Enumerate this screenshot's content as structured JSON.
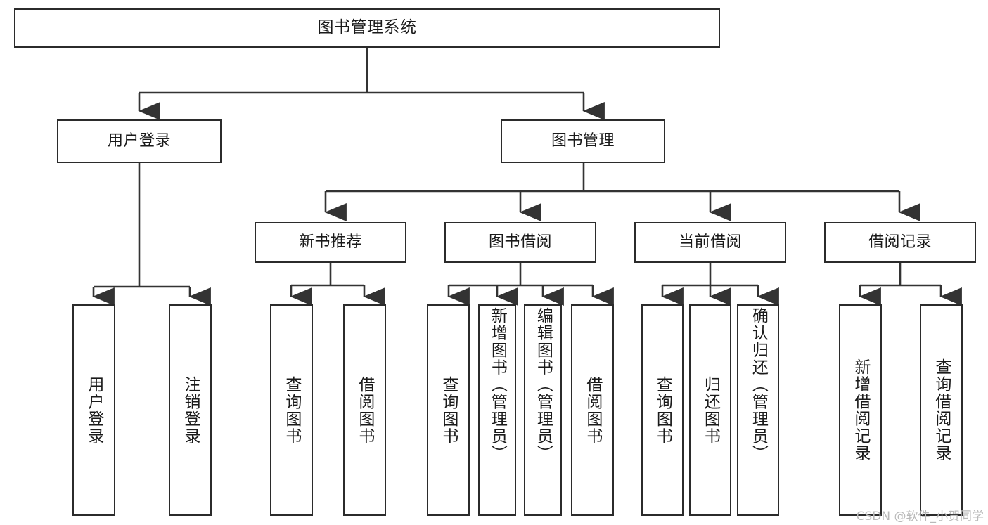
{
  "diagram": {
    "title": "图书管理系统",
    "watermark": "CSDN @软件_小贺同学",
    "colors": {
      "border": "#2b2b2b",
      "background": "#ffffff",
      "text": "#1a1a1a",
      "connector": "#333333",
      "watermark": "#b9b9b9"
    },
    "levels": {
      "root": {
        "label": "图书管理系统"
      },
      "level1": [
        {
          "id": "user-login",
          "label": "用户登录"
        },
        {
          "id": "book-management",
          "label": "图书管理"
        }
      ],
      "level2": [
        {
          "id": "new-book-recommend",
          "label": "新书推荐"
        },
        {
          "id": "book-borrow",
          "label": "图书借阅"
        },
        {
          "id": "current-borrow",
          "label": "当前借阅"
        },
        {
          "id": "borrow-record",
          "label": "借阅记录"
        }
      ],
      "leaves": {
        "user_login": [
          {
            "id": "leaf-user-login",
            "label": "用户登录"
          },
          {
            "id": "leaf-logout-login",
            "label": "注销登录"
          }
        ],
        "new_book_recommend": [
          {
            "id": "leaf-query-book-1",
            "label": "查询图书"
          },
          {
            "id": "leaf-borrow-book-1",
            "label": "借阅图书"
          }
        ],
        "book_borrow": [
          {
            "id": "leaf-query-book-2",
            "label": "查询图书"
          },
          {
            "id": "leaf-add-book",
            "label": "新增图书（管理员）"
          },
          {
            "id": "leaf-edit-book",
            "label": "编辑图书（管理员）"
          },
          {
            "id": "leaf-borrow-book-2",
            "label": "借阅图书"
          }
        ],
        "current_borrow": [
          {
            "id": "leaf-query-book-3",
            "label": "查询图书"
          },
          {
            "id": "leaf-return-book",
            "label": "归还图书"
          },
          {
            "id": "leaf-confirm-return",
            "label": "确认归还（管理员）"
          }
        ],
        "borrow_record": [
          {
            "id": "leaf-add-record",
            "label": "新增借阅记录"
          },
          {
            "id": "leaf-query-record",
            "label": "查询借阅记录"
          }
        ]
      }
    }
  }
}
